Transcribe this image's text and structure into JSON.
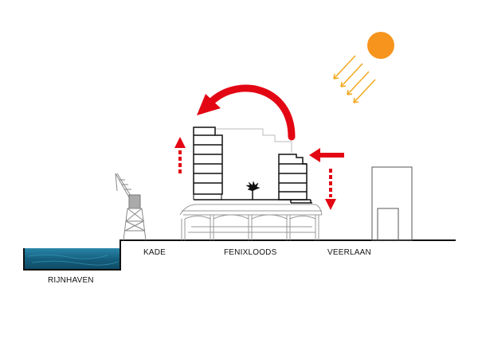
{
  "labels": {
    "rijnhaven": "RIJNHAVEN",
    "kade": "KADE",
    "fenixloods": "FENIXLOODS",
    "veerlaan": "VEERLAAN"
  },
  "colors": {
    "sun": "#f7941d",
    "sun_rays": "#f2a81d",
    "arrows": "#e30613",
    "water": "#1a6b8c",
    "lines": "#111111",
    "warehouse": "#999999"
  },
  "icons": {
    "sun": "sun-icon",
    "crane": "harbour-crane-icon",
    "tree": "tree-icon"
  }
}
